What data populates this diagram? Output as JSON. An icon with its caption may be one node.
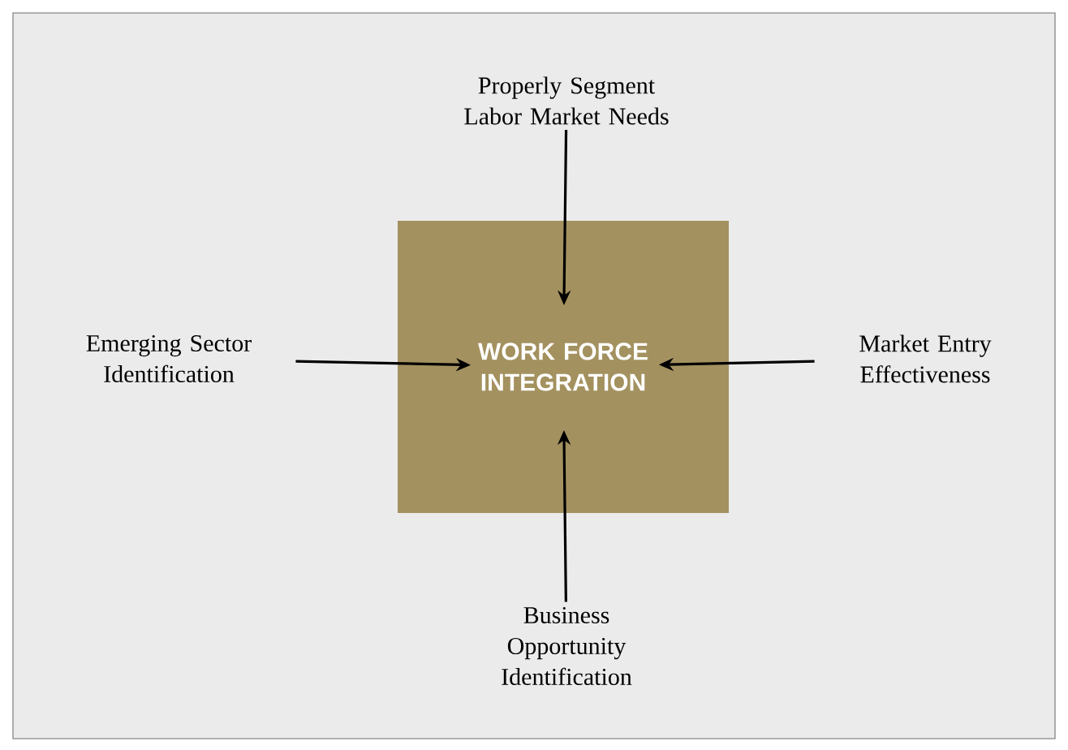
{
  "diagram": {
    "nodes": [
      {
        "text": [
          "Properly Segment Labor Market Needs"
        ]
      },
      {
        "text": [
          "Emerging Sector Identification"
        ]
      },
      {
        "text": [
          "WORK FORCE INTEGRATION"
        ]
      },
      {
        "text": [
          "Market Entry Effectiveness"
        ]
      },
      {
        "text": [
          "Business Opportunity Identification"
        ]
      }
    ],
    "edges": [
      {
        "from": 0,
        "to": 2,
        "arrow": "to"
      },
      {
        "from": 1,
        "to": 2,
        "arrow": "to"
      },
      {
        "from": 3,
        "to": 2,
        "arrow": "to"
      },
      {
        "from": 4,
        "to": 2,
        "arrow": "to"
      }
    ]
  }
}
